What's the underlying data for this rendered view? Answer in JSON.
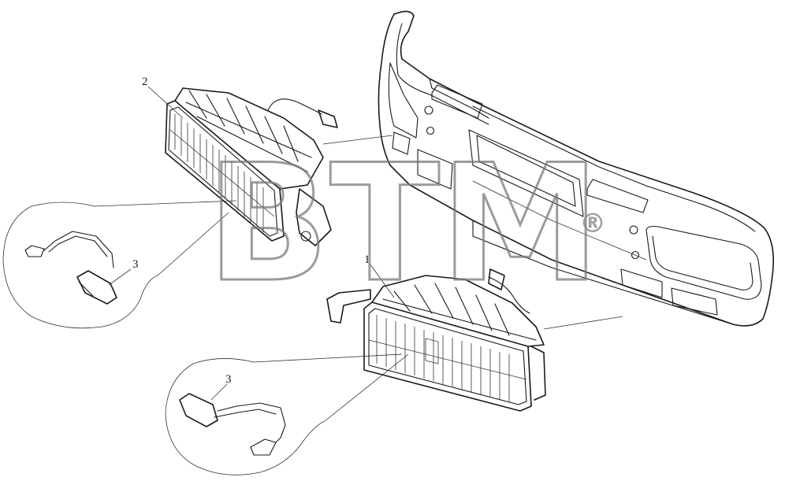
{
  "watermark": {
    "text": "BTM",
    "mark": "®"
  },
  "callouts": {
    "upper_fog_lamp": "2",
    "lower_fog_lamp": "1",
    "upper_bulb": "3",
    "lower_bulb": "3"
  },
  "colors": {
    "line": "#1a1a1a",
    "watermark": "#7a7a7a",
    "background": "#ffffff"
  }
}
